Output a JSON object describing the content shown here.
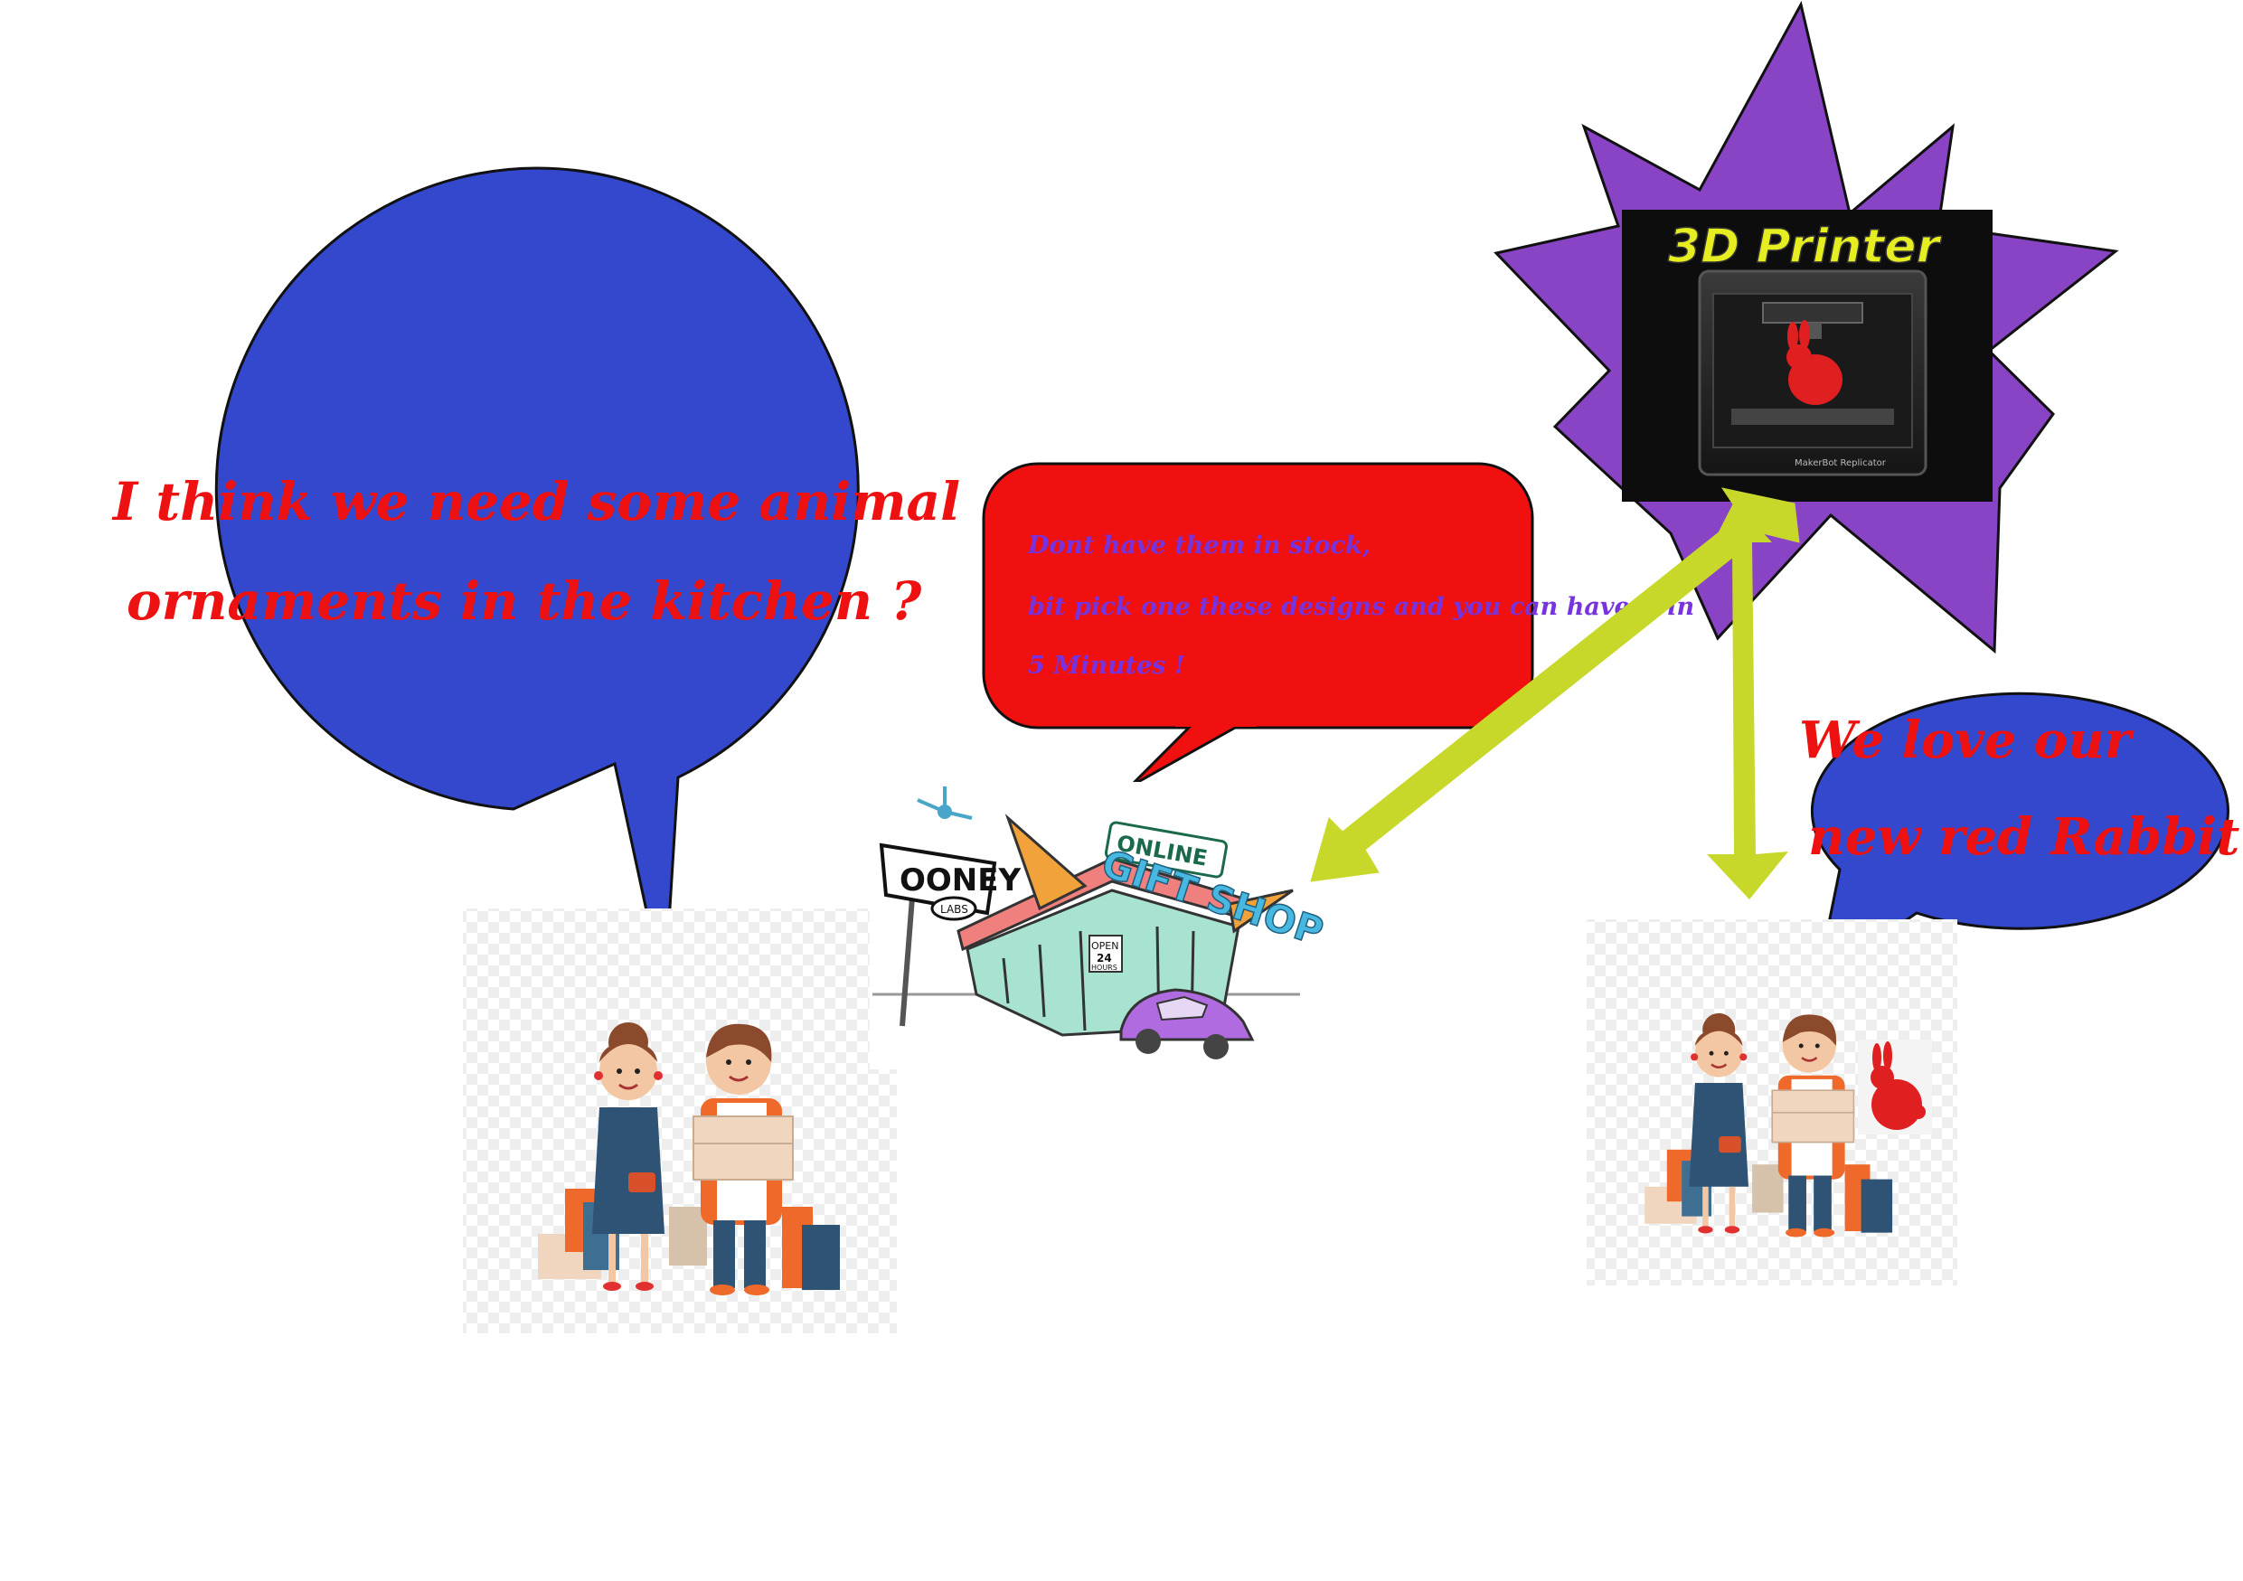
{
  "speech_left": {
    "line1": "I think we need some animal",
    "line2": "ornaments in the kitchen ?",
    "fill": "#3348cc",
    "text_color": "#ee1111"
  },
  "speech_shop": {
    "line1": "Dont have them in stock,",
    "line2": "bit pick one these designs and you can have it in",
    "line3": "5 Minutes !",
    "fill": "#f01010",
    "text_color": "#7733dd"
  },
  "speech_right": {
    "line1": "We love our",
    "line2": "new red Rabbit!",
    "fill": "#3348cc",
    "text_color": "#ee1111"
  },
  "printer": {
    "title": "3D Printer",
    "brand": "MakerBot Replicator",
    "star_color": "#8844c4",
    "title_color": "#e6ee22"
  },
  "shop_sign": {
    "brand_text": "OONEY",
    "brand_sub": "LABS",
    "online_text": "ONLINE",
    "gift_text": "GIFT SHOP",
    "open_text": "OPEN",
    "hours_text": "24",
    "hours_sub": "HOURS"
  },
  "arrow_color": "#c8d82a",
  "icons": [
    "couple-shopping-icon",
    "gift-shop-icon",
    "3d-printer-icon",
    "red-rabbit-icon"
  ]
}
